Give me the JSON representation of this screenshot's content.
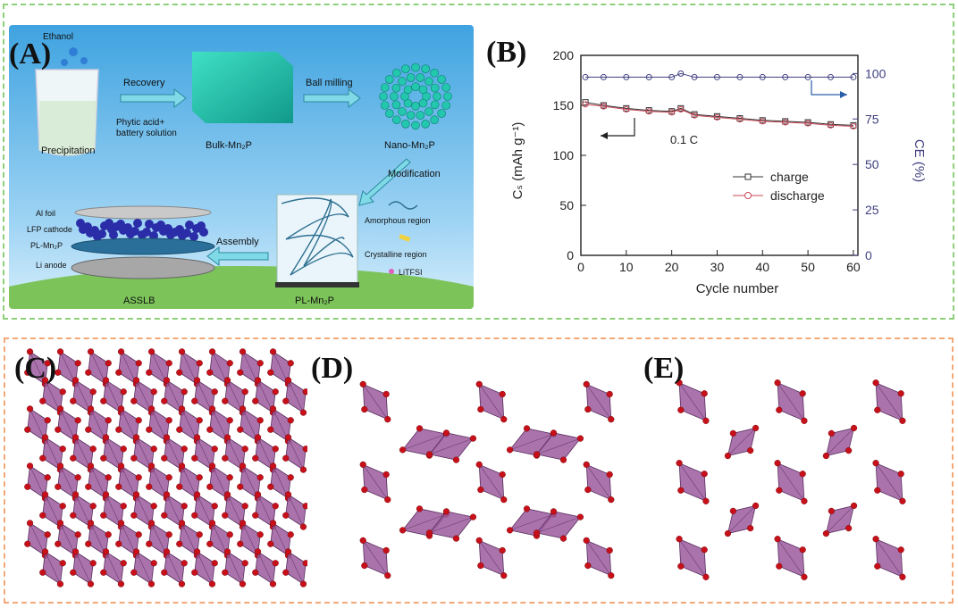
{
  "panels": {
    "a": "(A)",
    "b": "(B)",
    "c": "(C)",
    "d": "(D)",
    "e": "(E)"
  },
  "schematic": {
    "ethanol": "Ethanol",
    "precipitation": "Precipitation",
    "phytic": "Phytic acid+",
    "battery_solution": "battery solution",
    "recovery": "Recovery",
    "bulk": "Bulk-Mn₂P",
    "ball_milling": "Ball milling",
    "nano": "Nano-Mn₂P",
    "modification": "Modification",
    "pl_mn2p": "PL-Mn₂P",
    "amorphous": "Amorphous region",
    "crystalline": "Crystalline region",
    "litfsi": "LiTFSI",
    "assembly": "Assembly",
    "al_foil": "Al foil",
    "lfp": "LFP cathode",
    "pl_layer": "PL-Mn₂P",
    "li_anode": "Li anode",
    "asslb": "ASSLB"
  },
  "chart_data": {
    "type": "scatter",
    "xlabel": "Cycle number",
    "ylabel": "Cₛ (mAh g⁻¹)",
    "ylabel2": "CE (%)",
    "annotation": "0.1 C",
    "xlim": [
      0,
      61
    ],
    "ylim": [
      0,
      200
    ],
    "ylim2": [
      0,
      110
    ],
    "xticks": [
      0,
      10,
      20,
      30,
      40,
      50,
      60
    ],
    "yticks": [
      0,
      50,
      100,
      150,
      200
    ],
    "yticks2": [
      0,
      25,
      50,
      75,
      100
    ],
    "legend": [
      "charge",
      "discharge"
    ],
    "legend_position": "center-right",
    "colors": {
      "charge": "#333333",
      "discharge": "#c84a5a",
      "ce": "#3f3f80"
    },
    "series": [
      {
        "name": "charge",
        "x": [
          1,
          5,
          10,
          15,
          20,
          22,
          25,
          30,
          35,
          40,
          45,
          50,
          55,
          60
        ],
        "values": [
          153,
          150,
          147,
          145,
          144,
          147,
          141,
          139,
          137,
          135,
          134,
          133,
          131,
          130
        ]
      },
      {
        "name": "discharge",
        "x": [
          1,
          5,
          10,
          15,
          20,
          22,
          25,
          30,
          35,
          40,
          45,
          50,
          55,
          60
        ],
        "values": [
          151,
          149,
          146,
          144,
          143,
          146,
          140,
          138,
          136,
          134,
          133,
          132,
          130,
          129
        ]
      },
      {
        "name": "CE",
        "x": [
          1,
          5,
          10,
          15,
          20,
          22,
          25,
          30,
          35,
          40,
          45,
          50,
          55,
          60
        ],
        "values": [
          98,
          98,
          98,
          98,
          98,
          100,
          98,
          98,
          98,
          98,
          98,
          98,
          98,
          98
        ]
      }
    ]
  },
  "crystals": {
    "c": "dense 3D network",
    "d": "layered chains",
    "e": "isolated octahedra"
  }
}
